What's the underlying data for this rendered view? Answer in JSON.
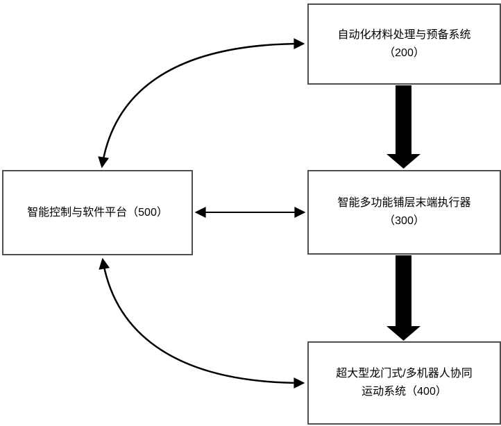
{
  "diagram": {
    "nodes": {
      "n200": {
        "line1": "自动化材料处理与预备系统",
        "line2": "（200）"
      },
      "n300": {
        "line1": "智能多功能铺层末端执行器",
        "line2": "（300）"
      },
      "n400": {
        "line1": "超大型龙门式/多机器人协同",
        "line2": "运动系统（400）"
      },
      "n500": {
        "line1": "智能控制与软件平台（500）",
        "line2": ""
      }
    },
    "edges": [
      {
        "from": "500",
        "to": "200",
        "style": "curved-thin",
        "direction": "bidirectional"
      },
      {
        "from": "200",
        "to": "300",
        "style": "thick-block",
        "direction": "down"
      },
      {
        "from": "500",
        "to": "300",
        "style": "straight-thin",
        "direction": "bidirectional"
      },
      {
        "from": "300",
        "to": "400",
        "style": "thick-block",
        "direction": "down"
      },
      {
        "from": "500",
        "to": "400",
        "style": "curved-thin",
        "direction": "bidirectional"
      }
    ]
  },
  "colors": {
    "box_border": "#4f4f4f",
    "arrow": "#000000",
    "background": "#ffffff",
    "text": "#000000"
  }
}
